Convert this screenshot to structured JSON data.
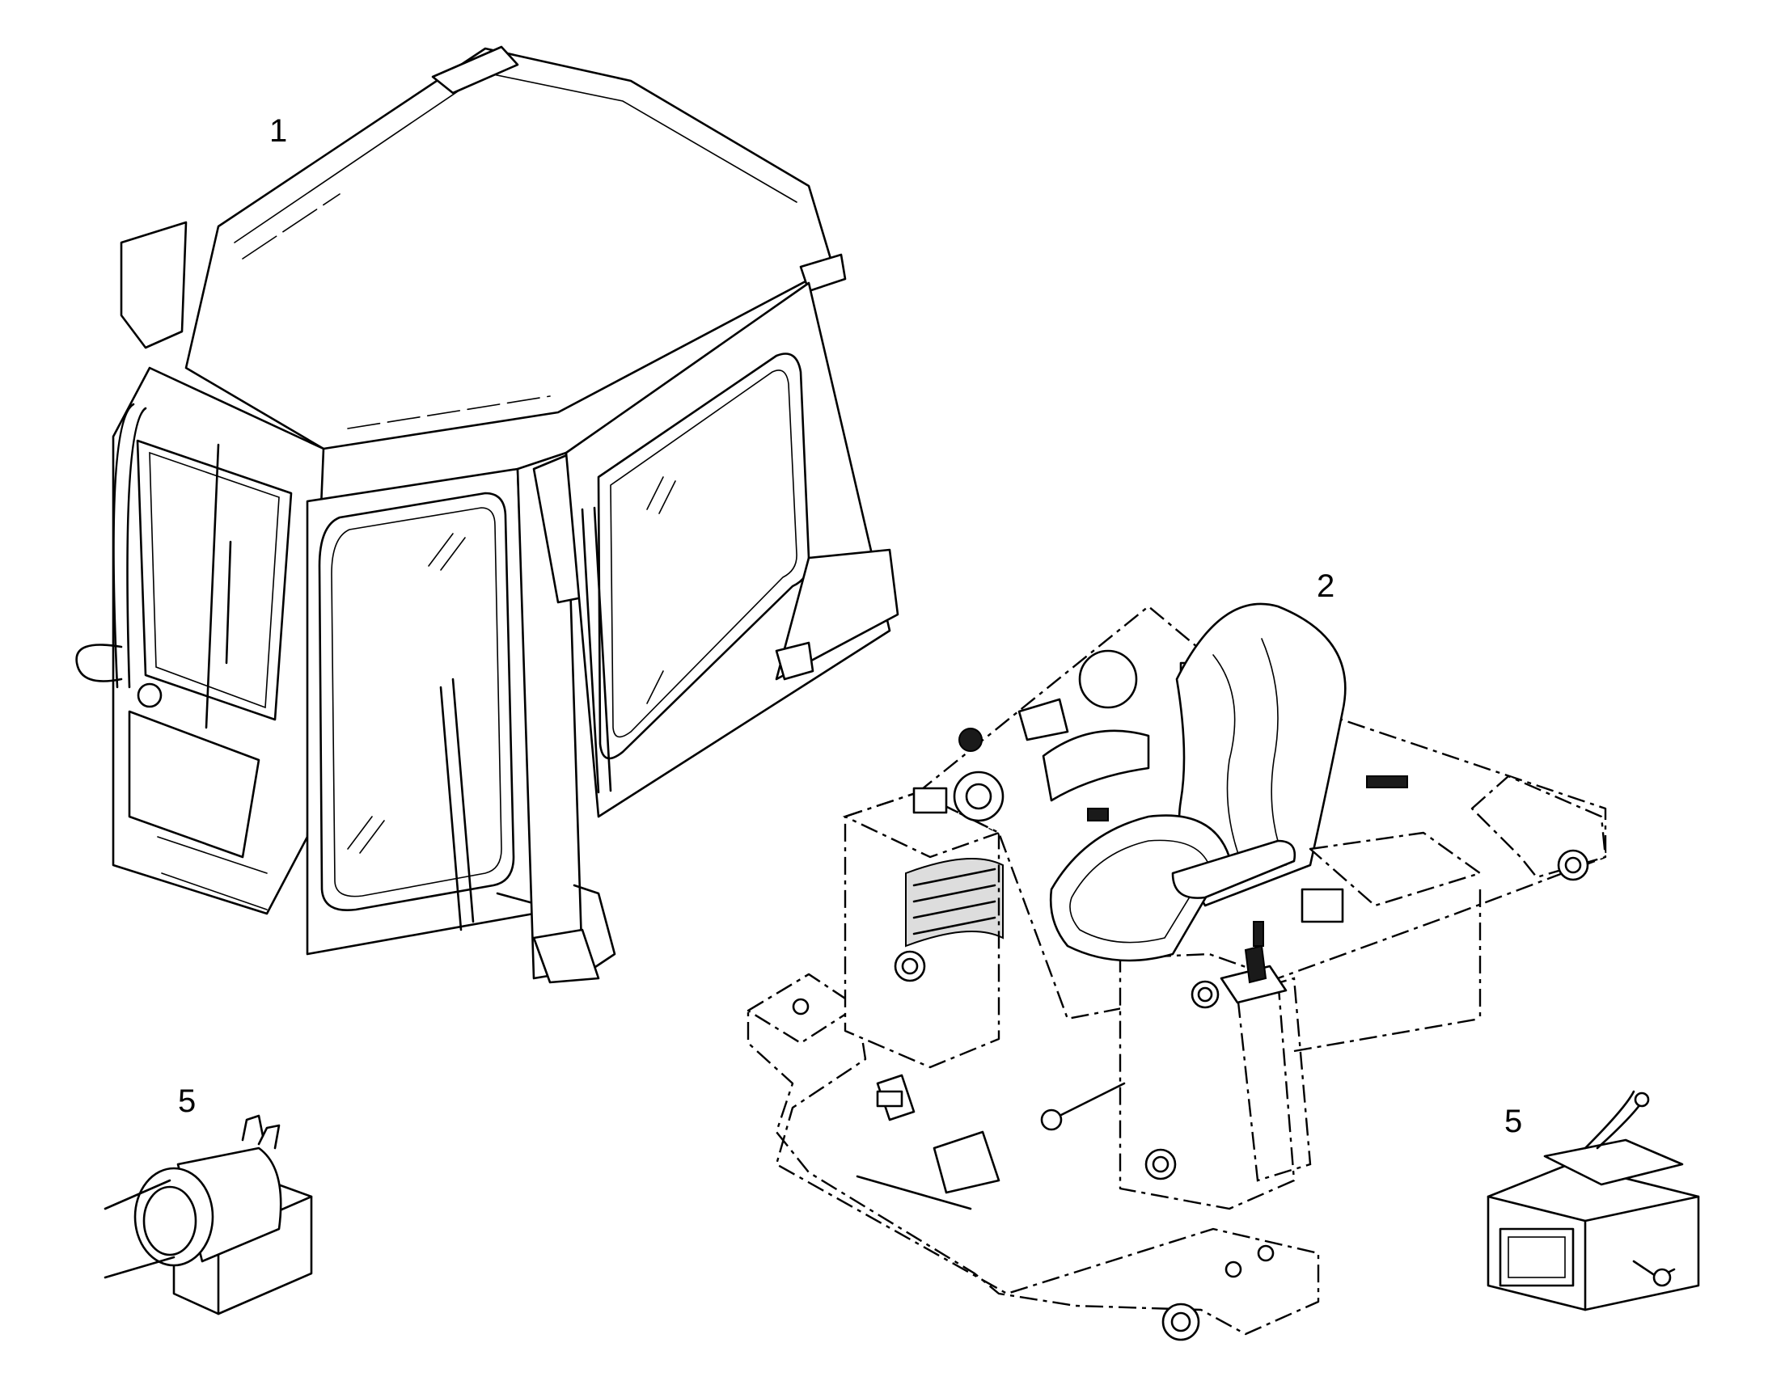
{
  "callouts": {
    "cab": "1",
    "operator_platform": "2",
    "compressor": "5",
    "evaporator": "5"
  },
  "colors": {
    "line": "#000000",
    "background": "#ffffff"
  }
}
